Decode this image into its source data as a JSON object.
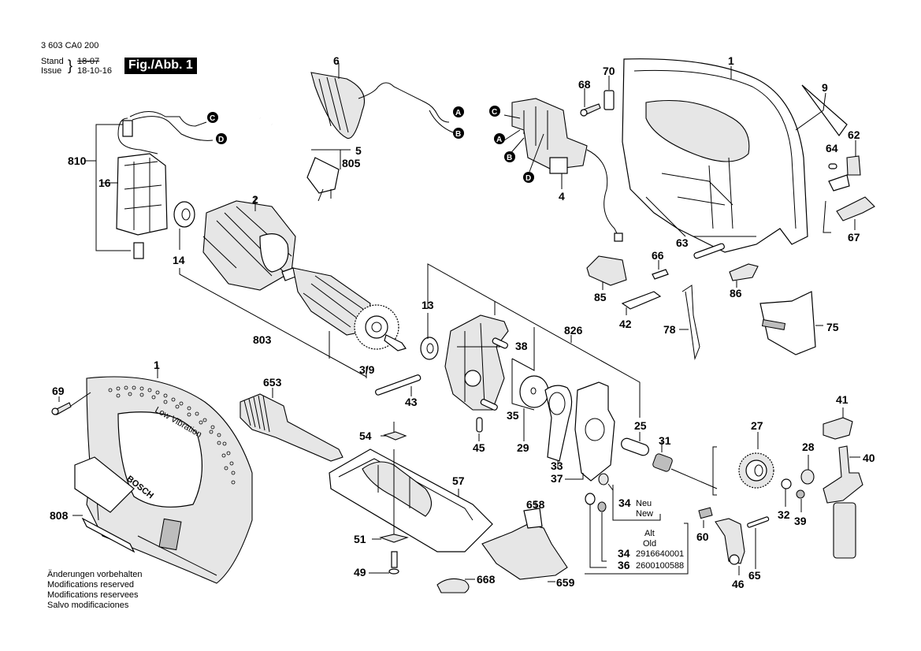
{
  "header": {
    "doc_number": "3 603 CA0 200",
    "stand_label": "Stand",
    "issue_label": "Issue",
    "stand_date_struck": "18-07",
    "issue_date": "18-10-16",
    "figure_badge": "Fig./Abb. 1"
  },
  "notes": [
    "Änderungen vorbehalten",
    "Modifications reserved",
    "Modifications reservees",
    "Salvo modificaciones"
  ],
  "wire_connectors": [
    "A",
    "B",
    "C",
    "D"
  ],
  "part_labels": {
    "p1_top": "1",
    "p1_bottom": "1",
    "p2": "2",
    "p4": "4",
    "p5": "5",
    "p6": "6",
    "p9": "9",
    "p13": "13",
    "p14": "14",
    "p16": "16",
    "p25": "25",
    "p27": "27",
    "p28": "28",
    "p29": "29",
    "p31": "31",
    "p32": "32",
    "p33": "33",
    "p34": "34",
    "p35": "35",
    "p37": "37",
    "p38": "38",
    "p39": "39",
    "p40": "40",
    "p41": "41",
    "p42": "42",
    "p43": "43",
    "p45": "45",
    "p46": "46",
    "p49": "49",
    "p51": "51",
    "p54": "54",
    "p57": "57",
    "p60": "60",
    "p62": "62",
    "p63": "63",
    "p64": "64",
    "p65": "65",
    "p66": "66",
    "p67": "67",
    "p68": "68",
    "p69": "69",
    "p70": "70",
    "p75": "75",
    "p78": "78",
    "p85": "85",
    "p86": "86",
    "p3_9": "3/9",
    "p653": "653",
    "p658": "658",
    "p659": "659",
    "p668": "668",
    "p803": "803",
    "p805": "805",
    "p808": "808",
    "p810": "810",
    "p826": "826"
  },
  "revision_box": {
    "new_part": "34",
    "new_de": "Neu",
    "new_en": "New",
    "old_de": "Alt",
    "old_en": "Old",
    "old_items": [
      {
        "part": "34",
        "number": "2916640001"
      },
      {
        "part": "36",
        "number": "2600100588"
      }
    ]
  },
  "brand_on_housing": "BOSCH",
  "housing_text": "Low Vibration"
}
